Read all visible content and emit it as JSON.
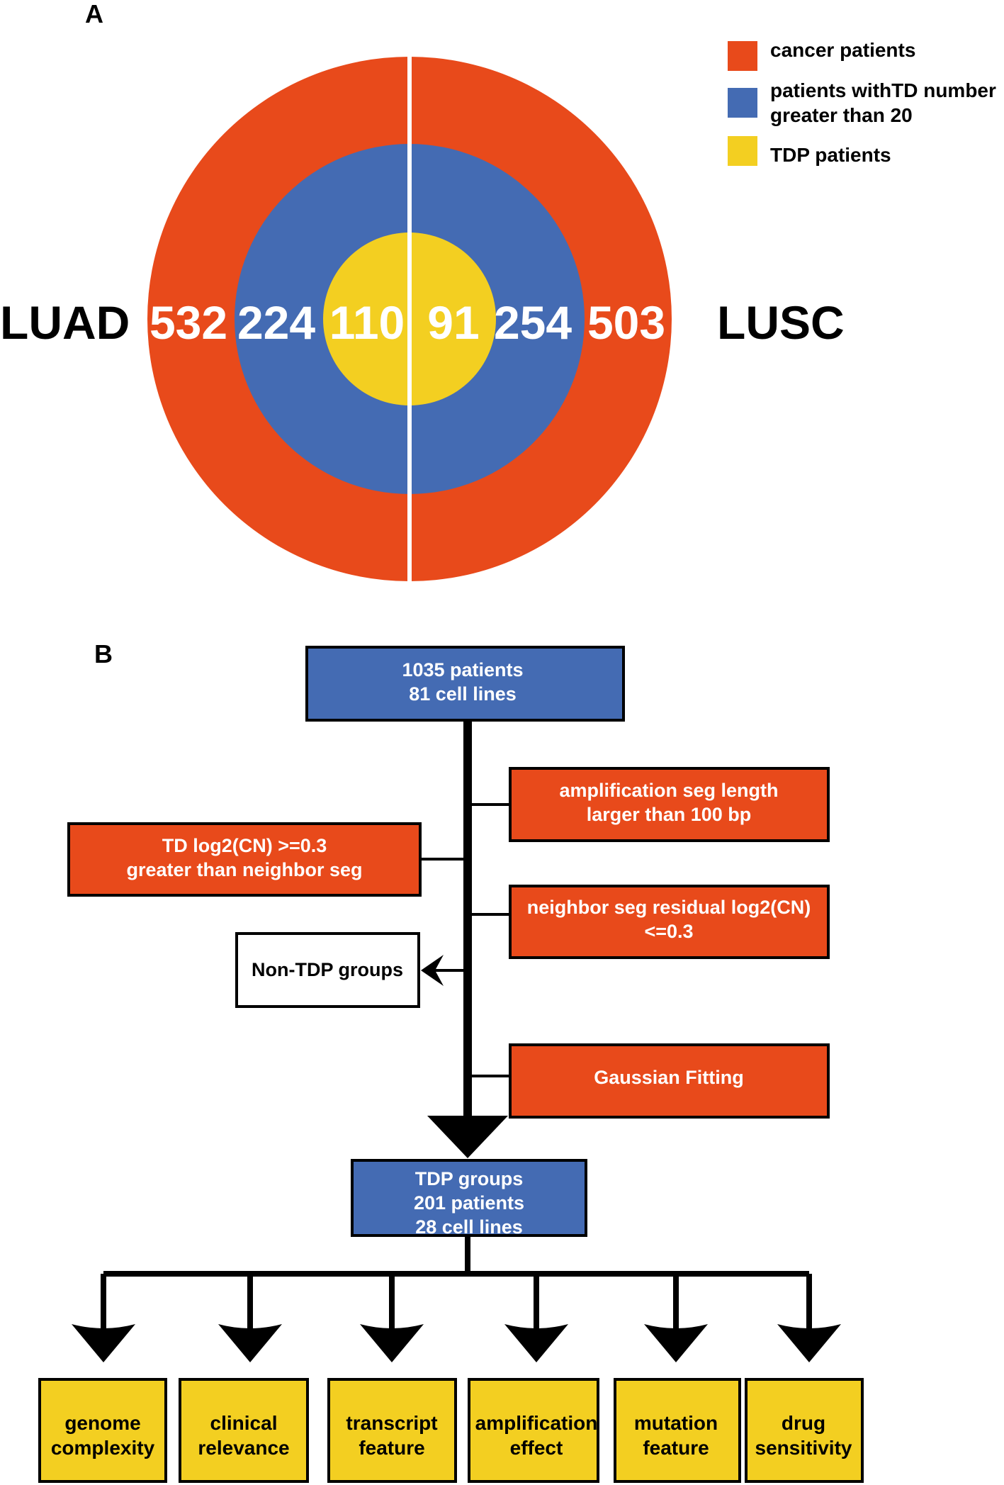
{
  "colors": {
    "cancer": "#E84A1B",
    "td_gt20": "#446BB3",
    "tdp": "#F3CF21",
    "line": "#000000"
  },
  "panel_a": {
    "letter": "A",
    "legend": [
      {
        "lines": [
          "cancer patients"
        ],
        "color": "#E84A1B"
      },
      {
        "lines": [
          "patients withTD number",
          "greater than 20"
        ],
        "color": "#446BB3"
      },
      {
        "lines": [
          "TDP patients"
        ],
        "color": "#F3CF21"
      }
    ],
    "left_label": "LUAD",
    "right_label": "LUSC",
    "luad": {
      "cancer": "532",
      "td_gt20": "224",
      "tdp": "110"
    },
    "lusc": {
      "tdp": "91",
      "td_gt20": "254",
      "cancer": "503"
    }
  },
  "panel_b": {
    "letter": "B",
    "top_box": [
      "1035 patients",
      "81 cell lines"
    ],
    "filter_1": [
      "amplification seg length",
      "larger than 100 bp"
    ],
    "filter_2": [
      "TD  log2(CN) >=0.3",
      "greater than neighbor seg"
    ],
    "filter_3": [
      "neighbor seg residual log2(CN)",
      "<=0.3"
    ],
    "non_tdp": "Non-TDP groups",
    "filter_4": [
      "Gaussian Fitting"
    ],
    "tdp_box": [
      "TDP groups",
      "201 patients",
      "28 cell lines"
    ],
    "outcomes": [
      [
        "genome",
        "complexity"
      ],
      [
        "clinical",
        "relevance"
      ],
      [
        "transcript",
        "feature"
      ],
      [
        "amplification",
        "effect"
      ],
      [
        "mutation",
        "feature"
      ],
      [
        "drug",
        "sensitivity"
      ]
    ]
  }
}
